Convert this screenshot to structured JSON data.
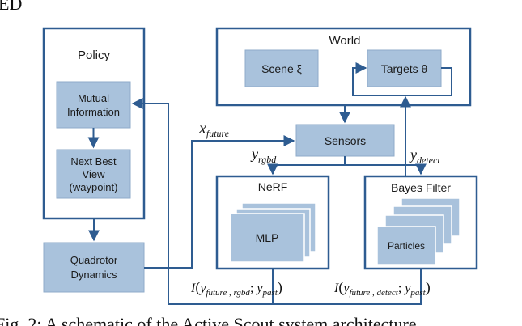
{
  "header_fragment": "ED",
  "colors": {
    "border": "#2e5c91",
    "box_fill": "#a9c2dc",
    "box_border": "#8fabca",
    "arrow": "#2e5c91"
  },
  "blocks": {
    "policy": {
      "title": "Policy"
    },
    "mutual_information": {
      "line1": "Mutual",
      "line2": "Information"
    },
    "next_best_view": {
      "line1": "Next Best",
      "line2": "View",
      "line3": "(waypoint)"
    },
    "quadrotor": {
      "line1": "Quadrotor",
      "line2": "Dynamics"
    },
    "world": {
      "title": "World"
    },
    "scene": {
      "label": "Scene ξ"
    },
    "targets": {
      "label": "Targets θ"
    },
    "sensors": {
      "label": "Sensors"
    },
    "nerf": {
      "title": "NeRF",
      "inner": "MLP"
    },
    "bayes_filter": {
      "title": "Bayes Filter",
      "inner": "Particles"
    }
  },
  "edge_labels": {
    "x_future": {
      "base": "x",
      "sub": "future"
    },
    "y_rgbd": {
      "base": "y",
      "sub": "rgbd"
    },
    "y_detect": {
      "base": "y",
      "sub": "detect"
    },
    "mi_nerf": {
      "prefix": "I",
      "lparen": "(",
      "y1": "y",
      "sub1": "future , rgbd",
      "sep": "; ",
      "y2": "y",
      "sub2": "past",
      "rparen": ")"
    },
    "mi_bayes": {
      "prefix": "I",
      "lparen": "(",
      "y1": "y",
      "sub1": "future , detect",
      "sep": "; ",
      "y2": "y",
      "sub2": "past",
      "rparen": ")"
    }
  },
  "caption": "Fig. 2: A schematic of the Active Scout system architecture"
}
